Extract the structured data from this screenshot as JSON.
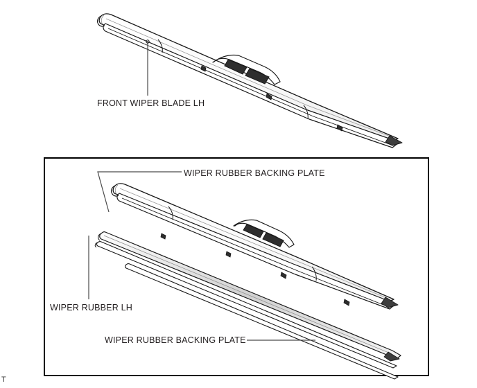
{
  "document": {
    "corner_mark": "T"
  },
  "figure_top": {
    "callouts": [
      {
        "id": "front-wiper-blade-lh",
        "text": "FRONT WIPER BLADE LH"
      }
    ]
  },
  "figure_panel": {
    "callouts": [
      {
        "id": "wiper-rubber-backing-plate-top",
        "text": "WIPER RUBBER BACKING PLATE"
      },
      {
        "id": "wiper-rubber-lh",
        "text": "WIPER RUBBER LH"
      },
      {
        "id": "wiper-rubber-backing-plate-bottom",
        "text": "WIPER RUBBER BACKING PLATE"
      }
    ]
  },
  "colors": {
    "ink": "#231f20",
    "line": "#1a1a1a",
    "panel_border": "#000000",
    "fill_light": "#f2f2f2",
    "fill_mid": "#d9d9d9",
    "fill_dark": "#3d3d3d",
    "background": "#ffffff"
  }
}
